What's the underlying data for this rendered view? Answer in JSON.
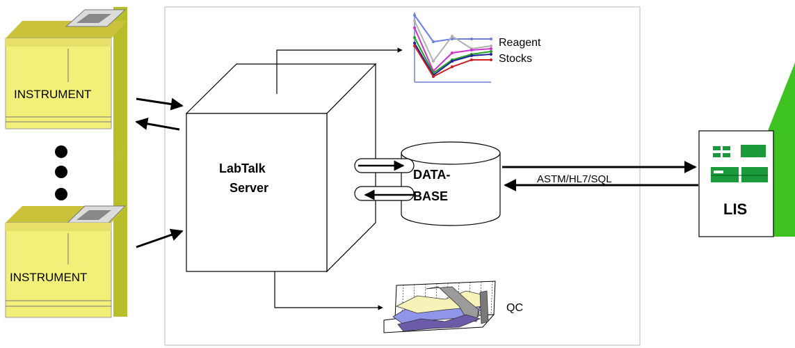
{
  "instruments": [
    {
      "label": "INSTRUMENT"
    },
    {
      "label": "INSTRUMENT"
    }
  ],
  "server": {
    "line1": "LabTalk",
    "line2": "Server"
  },
  "database": {
    "line1": "DATA-",
    "line2": "BASE"
  },
  "reagent": {
    "line1": "Reagent",
    "line2": "Stocks"
  },
  "qc": {
    "label": "QC"
  },
  "link": {
    "label": "ASTM/HL7/SQL"
  },
  "lis": {
    "label": "LIS"
  },
  "colors": {
    "instrument_body": "#f3f07a",
    "instrument_side": "#c9c23a",
    "instrument_top": "#e8e8e8",
    "lis_screen": "#1a9a3a",
    "green_accent": "#3ec21f",
    "olive_accent": "#b8bd2a",
    "frame": "#b8b8b8"
  },
  "reagent_chart": {
    "type": "line",
    "series_colors": [
      "#6a7fe0",
      "#b0b0b0",
      "#cc33cc",
      "#20a020",
      "#2020a0",
      "#cc2020"
    ]
  }
}
